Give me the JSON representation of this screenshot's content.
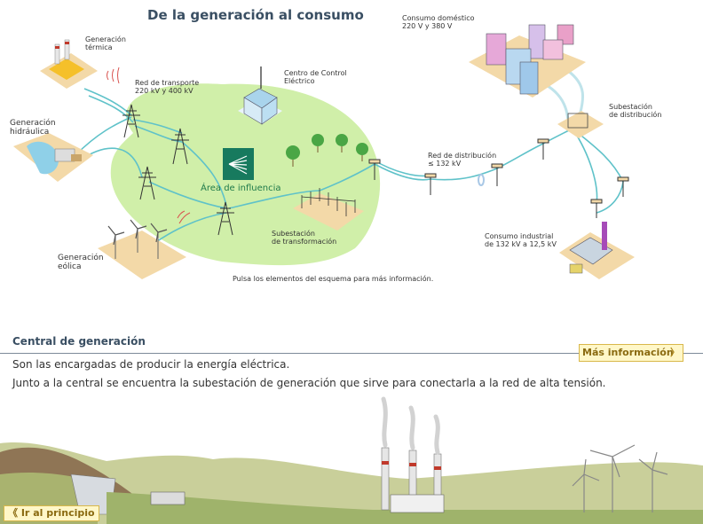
{
  "title": "De la generación al consumo",
  "labels": {
    "generacion_termica": "Generación\ntérmica",
    "red_transporte": "Red de transporte\n220 kV y 400 kV",
    "centro_control": "Centro de Control\nEléctrico",
    "consumo_domestico": "Consumo doméstico\n220 V y 380 V",
    "generacion_hidraulica": "Generación\nhidráulica",
    "subestacion_distribucion": "Subestación\nde distribución",
    "red_distribucion": "Red de distribución\n≤ 132 kV",
    "area_influencia": "Área de influencia",
    "subestacion_transformacion": "Subestación\nde transformación",
    "consumo_industrial": "Consumo industrial\nde 132 kV a 12,5 kV",
    "generacion_eolica": "Generación\neólica"
  },
  "hint": "Pulsa los elementos del esquema para más información.",
  "section": {
    "title": "Central de generación",
    "more_info": "Más información",
    "paragraphs": [
      "Son las encargadas de producir la energía eléctrica.",
      "Junto a la central se encuentra la subestación de generación que sirve para conectarla a la red de alta tensión."
    ]
  },
  "footer": {
    "start_button": "Ir al principio"
  },
  "colors": {
    "title": "#3a4f63",
    "influence_area": "#c8ec9a",
    "cable": "#5fc2c9",
    "button_bg": "#fff7c8",
    "button_border": "#d9b84a"
  }
}
